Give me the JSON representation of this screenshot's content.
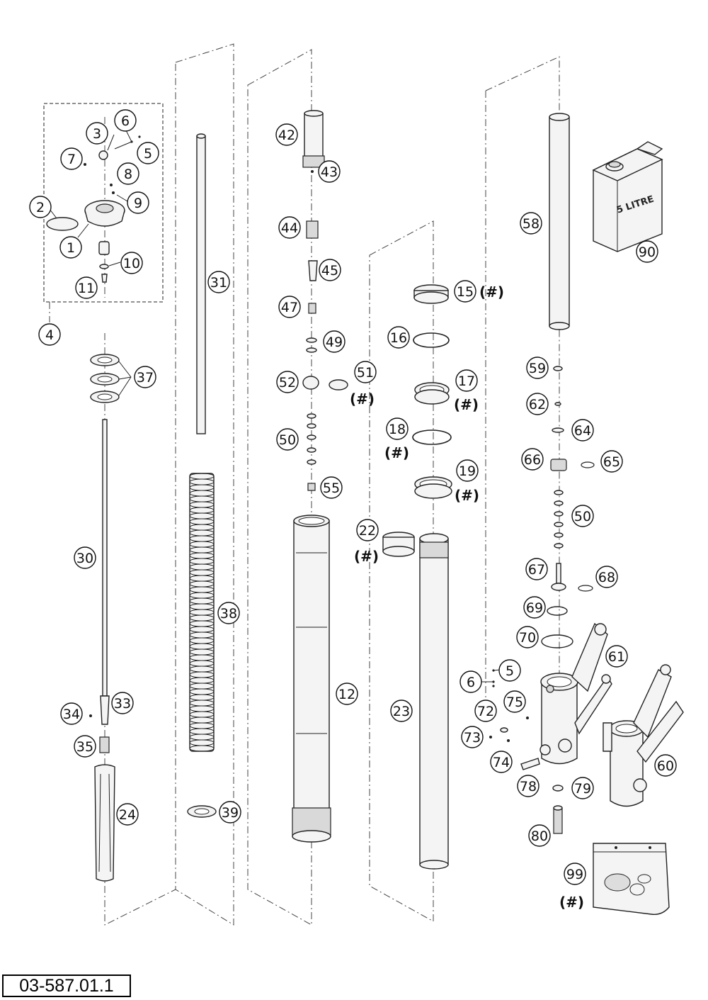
{
  "document_number": "03-587.01.1",
  "can_label": "5 LITRE",
  "callouts": [
    {
      "id": "1",
      "label": "1"
    },
    {
      "id": "2",
      "label": "2"
    },
    {
      "id": "3",
      "label": "3"
    },
    {
      "id": "4",
      "label": "4"
    },
    {
      "id": "5a",
      "label": "5"
    },
    {
      "id": "6a",
      "label": "6"
    },
    {
      "id": "7",
      "label": "7"
    },
    {
      "id": "8",
      "label": "8"
    },
    {
      "id": "9",
      "label": "9"
    },
    {
      "id": "10",
      "label": "10"
    },
    {
      "id": "11",
      "label": "11"
    },
    {
      "id": "12",
      "label": "12"
    },
    {
      "id": "15",
      "label": "15"
    },
    {
      "id": "16",
      "label": "16"
    },
    {
      "id": "17",
      "label": "17"
    },
    {
      "id": "18",
      "label": "18"
    },
    {
      "id": "19",
      "label": "19"
    },
    {
      "id": "22",
      "label": "22"
    },
    {
      "id": "23",
      "label": "23"
    },
    {
      "id": "24",
      "label": "24"
    },
    {
      "id": "30",
      "label": "30"
    },
    {
      "id": "31",
      "label": "31"
    },
    {
      "id": "33",
      "label": "33"
    },
    {
      "id": "34",
      "label": "34"
    },
    {
      "id": "35",
      "label": "35"
    },
    {
      "id": "37",
      "label": "37"
    },
    {
      "id": "38",
      "label": "38"
    },
    {
      "id": "39",
      "label": "39"
    },
    {
      "id": "42",
      "label": "42"
    },
    {
      "id": "43",
      "label": "43"
    },
    {
      "id": "44",
      "label": "44"
    },
    {
      "id": "45",
      "label": "45"
    },
    {
      "id": "47",
      "label": "47"
    },
    {
      "id": "49",
      "label": "49"
    },
    {
      "id": "50a",
      "label": "50"
    },
    {
      "id": "50b",
      "label": "50"
    },
    {
      "id": "51",
      "label": "51"
    },
    {
      "id": "52",
      "label": "52"
    },
    {
      "id": "55",
      "label": "55"
    },
    {
      "id": "58",
      "label": "58"
    },
    {
      "id": "59",
      "label": "59"
    },
    {
      "id": "60",
      "label": "60"
    },
    {
      "id": "61",
      "label": "61"
    },
    {
      "id": "62",
      "label": "62"
    },
    {
      "id": "64",
      "label": "64"
    },
    {
      "id": "65",
      "label": "65"
    },
    {
      "id": "66",
      "label": "66"
    },
    {
      "id": "67",
      "label": "67"
    },
    {
      "id": "68",
      "label": "68"
    },
    {
      "id": "69",
      "label": "69"
    },
    {
      "id": "70",
      "label": "70"
    },
    {
      "id": "72",
      "label": "72"
    },
    {
      "id": "73",
      "label": "73"
    },
    {
      "id": "74",
      "label": "74"
    },
    {
      "id": "75",
      "label": "75"
    },
    {
      "id": "78",
      "label": "78"
    },
    {
      "id": "79",
      "label": "79"
    },
    {
      "id": "80",
      "label": "80"
    },
    {
      "id": "90",
      "label": "90"
    },
    {
      "id": "99",
      "label": "99"
    },
    {
      "id": "5b",
      "label": "5"
    },
    {
      "id": "6b",
      "label": "6"
    }
  ],
  "notes": [
    {
      "id": "n15",
      "text": "(#)"
    },
    {
      "id": "n51",
      "text": "(#)"
    },
    {
      "id": "n17",
      "text": "(#)"
    },
    {
      "id": "n18",
      "text": "(#)"
    },
    {
      "id": "n19",
      "text": "(#)"
    },
    {
      "id": "n22",
      "text": "(#)"
    },
    {
      "id": "n99",
      "text": "(#)"
    }
  ]
}
